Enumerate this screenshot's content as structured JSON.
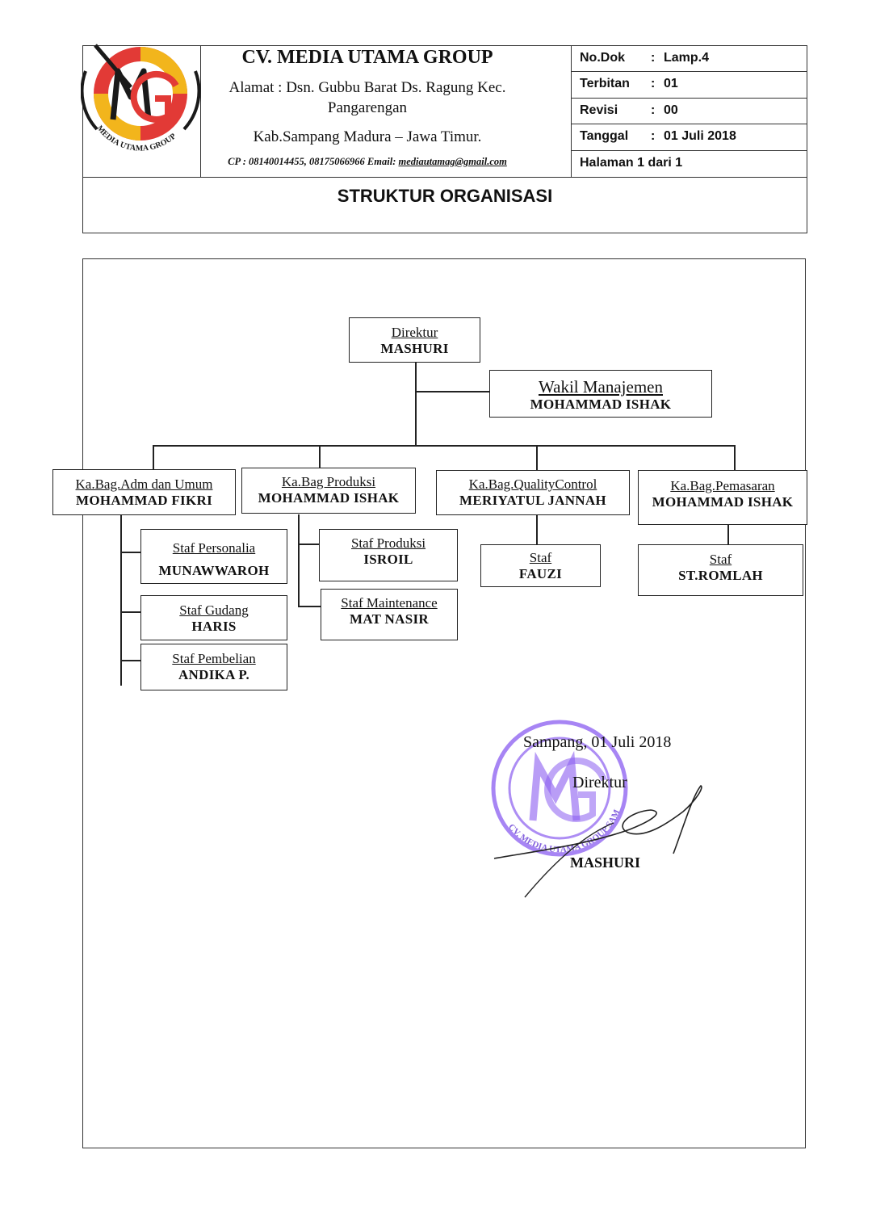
{
  "header": {
    "company": "CV. MEDIA UTAMA GROUP",
    "address_line1": "Alamat : Dsn. Gubbu Barat Ds. Ragung Kec.",
    "address_line2": "Pangarengan",
    "address_line3": "Kab.Sampang Madura – Jawa Timur.",
    "contact_prefix": "CP : 08140014455, 08175066966 Email:",
    "contact_email": "mediautamag@gmail.com",
    "logo_text": "MEDIA UTAMA GROUP",
    "meta": [
      {
        "key": "No.Dok",
        "value": "Lamp.4"
      },
      {
        "key": "Terbitan",
        "value": "01"
      },
      {
        "key": "Revisi",
        "value": "00"
      },
      {
        "key": "Tanggal",
        "value": "01 Juli 2018"
      }
    ],
    "page": "Halaman 1 dari 1",
    "title": "STRUKTUR ORGANISASI"
  },
  "org": {
    "direktur": {
      "role": "Direktur",
      "name": "MASHURI"
    },
    "wakil": {
      "role": "Wakil Manajemen",
      "name": "MOHAMMAD ISHAK"
    },
    "kabag_adm": {
      "role": "Ka.Bag.Adm dan Umum",
      "name": "MOHAMMAD FIKRI"
    },
    "kabag_produksi": {
      "role": "Ka.Bag Produksi",
      "name": "MOHAMMAD ISHAK"
    },
    "kabag_qc": {
      "role": "Ka.Bag.QualityControl",
      "name": "MERIYATUL JANNAH"
    },
    "kabag_pemasaran": {
      "role": "Ka.Bag.Pemasaran",
      "name": "MOHAMMAD ISHAK"
    },
    "staf_personalia": {
      "role": "Staf Personalia",
      "name": "MUNAWWAROH"
    },
    "staf_gudang": {
      "role": "Staf Gudang",
      "name": "HARIS"
    },
    "staf_pembelian": {
      "role": "Staf Pembelian",
      "name": "ANDIKA P."
    },
    "staf_produksi": {
      "role": "Staf Produksi",
      "name": "ISROIL"
    },
    "staf_maintenance": {
      "role": "Staf Maintenance",
      "name": "MAT NASIR"
    },
    "staf_qc": {
      "role": "Staf",
      "name": "FAUZI"
    },
    "staf_pemasaran": {
      "role": "Staf",
      "name": "ST.ROMLAH"
    }
  },
  "signature": {
    "place_date": "Sampang, 01 Juli 2018",
    "position": "Direktur",
    "name": "MASHURI",
    "stamp_text": "CV. MEDIA UTAMA GROUP SAMPANG",
    "stamp_color": "#8a5cf0"
  },
  "colors": {
    "logo_red": "#e23a36",
    "logo_yellow": "#f2b51c",
    "logo_black": "#1a1a1a"
  }
}
